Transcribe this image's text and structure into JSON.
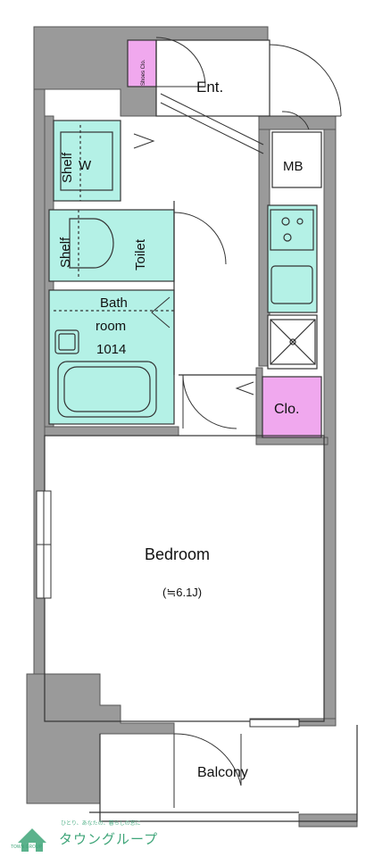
{
  "rooms": {
    "entrance": "Ent.",
    "shoe_closet": "Shoes Clo.",
    "shelf_1": "Shelf",
    "washer": "W",
    "shelf_2": "Shelf",
    "toilet": "Toilet",
    "bath_line1": "Bath",
    "bath_line2": "room",
    "bath_line3": "1014",
    "meter_box": "MB",
    "closet": "Clo.",
    "bedroom": "Bedroom",
    "bedroom_size": "(≒6.1J)",
    "balcony": "Balcony"
  },
  "watermark": {
    "tagline": "ひとり、あなたの、暮らしの窓に",
    "brand": "タウングループ",
    "logo_text": "TOWN GROUP"
  },
  "colors": {
    "wall": "#9a9a9a",
    "wet_area": "#b4f1e6",
    "closet": "#f0a8ee",
    "line": "#333333",
    "watermark": "#3fa579"
  }
}
